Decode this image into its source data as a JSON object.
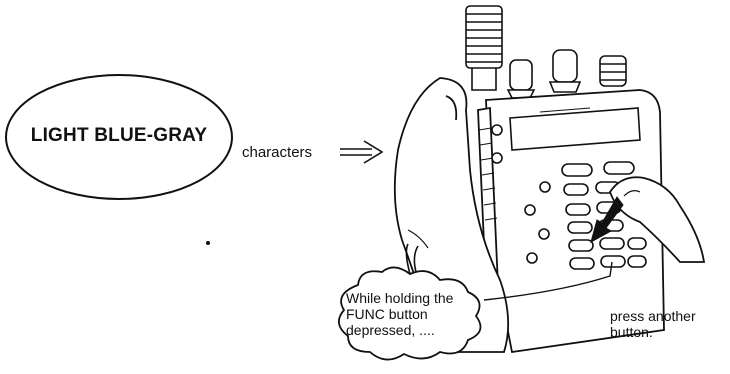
{
  "callout": {
    "oval_label": "LIGHT BLUE-GRAY",
    "characters_label": "characters"
  },
  "speech_bubble": {
    "lines": [
      "While holding the",
      "FUNC button",
      "depressed, ...."
    ]
  },
  "secondary_note": {
    "lines": [
      "press another",
      "button."
    ]
  },
  "colors": {
    "ink": "#111111",
    "background": "#ffffff"
  }
}
